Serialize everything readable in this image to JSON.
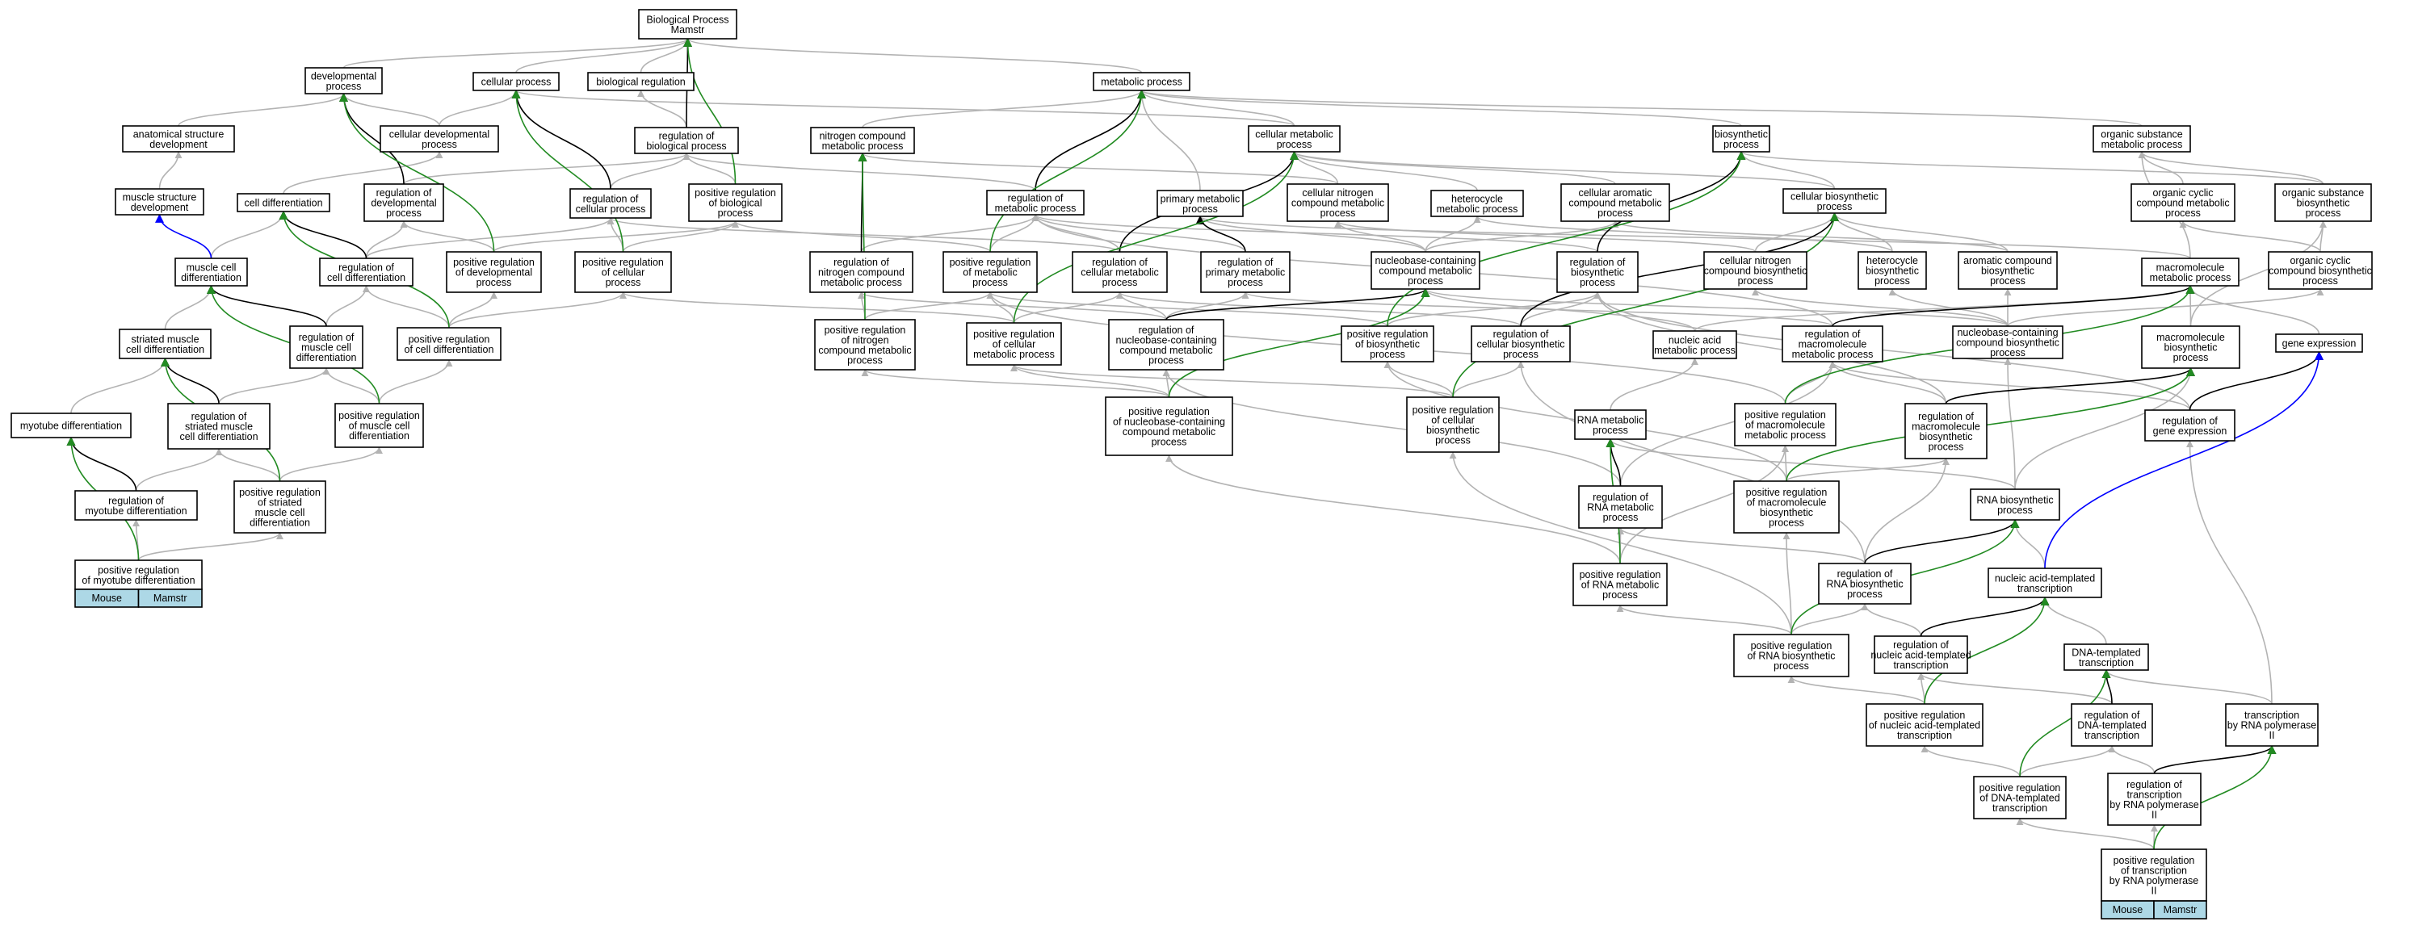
{
  "colors": {
    "is_a": "#b3b3b3",
    "regulates": "#000000",
    "positively_regulates": "#228b22",
    "part_of": "#0000ff",
    "tag_fill": "#add8e6"
  },
  "nodes": {
    "bp": [
      "Biological Process",
      "Mamstr"
    ],
    "dev": [
      "developmental",
      "process"
    ],
    "cp": [
      "cellular process"
    ],
    "breg": [
      "biological regulation"
    ],
    "mp": [
      "metabolic process"
    ],
    "asd": [
      "anatomical structure",
      "development"
    ],
    "cdp": [
      "cellular developmental",
      "process"
    ],
    "rbp": [
      "regulation of",
      "biological process"
    ],
    "ncmp": [
      "nitrogen compound",
      "metabolic process"
    ],
    "cmp": [
      "cellular metabolic",
      "process"
    ],
    "bio": [
      "biosynthetic",
      "process"
    ],
    "osmp": [
      "organic substance",
      "metabolic process"
    ],
    "msd": [
      "muscle structure",
      "development"
    ],
    "cdiff": [
      "cell differentiation"
    ],
    "rdp": [
      "regulation of",
      "developmental",
      "process"
    ],
    "rcp": [
      "regulation of",
      "cellular process"
    ],
    "prbp": [
      "positive regulation",
      "of biological",
      "process"
    ],
    "rmp": [
      "regulation of",
      "metabolic process"
    ],
    "pmp": [
      "primary metabolic",
      "process"
    ],
    "cncmp": [
      "cellular nitrogen",
      "compound metabolic",
      "process"
    ],
    "hmp": [
      "heterocycle",
      "metabolic process"
    ],
    "cacmp": [
      "cellular aromatic",
      "compound metabolic",
      "process"
    ],
    "cbp": [
      "cellular biosynthetic",
      "process"
    ],
    "occmp": [
      "organic cyclic",
      "compound metabolic",
      "process"
    ],
    "osbp": [
      "organic substance",
      "biosynthetic",
      "process"
    ],
    "mcd": [
      "muscle cell",
      "differentiation"
    ],
    "rcd": [
      "regulation of",
      "cell differentiation"
    ],
    "prdp": [
      "positive regulation",
      "of developmental",
      "process"
    ],
    "prcp": [
      "positive regulation",
      "of cellular",
      "process"
    ],
    "rncmp": [
      "regulation of",
      "nitrogen compound",
      "metabolic process"
    ],
    "prmp": [
      "positive regulation",
      "of metabolic",
      "process"
    ],
    "rcmp": [
      "regulation of",
      "cellular metabolic",
      "process"
    ],
    "rpmp": [
      "regulation of",
      "primary metabolic",
      "process"
    ],
    "nbcmp": [
      "nucleobase-containing",
      "compound metabolic",
      "process"
    ],
    "rbio": [
      "regulation of",
      "biosynthetic",
      "process"
    ],
    "cncbp": [
      "cellular nitrogen",
      "compound biosynthetic",
      "process"
    ],
    "hbp": [
      "heterocycle",
      "biosynthetic",
      "process"
    ],
    "acbp": [
      "aromatic compound",
      "biosynthetic",
      "process"
    ],
    "mmp": [
      "macromolecule",
      "metabolic process"
    ],
    "occbp": [
      "organic cyclic",
      "compound biosynthetic",
      "process"
    ],
    "smcd": [
      "striated muscle",
      "cell differentiation"
    ],
    "rmcd": [
      "regulation of",
      "muscle cell",
      "differentiation"
    ],
    "prcd": [
      "positive regulation",
      "of cell differentiation"
    ],
    "prncmp": [
      "positive regulation",
      "of nitrogen",
      "compound metabolic",
      "process"
    ],
    "prcmp": [
      "positive regulation",
      "of cellular",
      "metabolic process"
    ],
    "rnbcmp": [
      "regulation of",
      "nucleobase-containing",
      "compound metabolic",
      "process"
    ],
    "prbio": [
      "positive regulation",
      "of biosynthetic",
      "process"
    ],
    "rcbp": [
      "regulation of",
      "cellular biosynthetic",
      "process"
    ],
    "namp": [
      "nucleic acid",
      "metabolic process"
    ],
    "rmmp": [
      "regulation of",
      "macromolecule",
      "metabolic process"
    ],
    "nbcbp": [
      "nucleobase-containing",
      "compound biosynthetic",
      "process"
    ],
    "mbp": [
      "macromolecule",
      "biosynthetic",
      "process"
    ],
    "ge": [
      "gene expression"
    ],
    "mtd": [
      "myotube differentiation"
    ],
    "rsmcd": [
      "regulation of",
      "striated muscle",
      "cell differentiation"
    ],
    "prmcd": [
      "positive regulation",
      "of muscle cell",
      "differentiation"
    ],
    "prnbcmp": [
      "positive regulation",
      "of nucleobase-containing",
      "compound metabolic",
      "process"
    ],
    "prcbp": [
      "positive regulation",
      "of cellular",
      "biosynthetic",
      "process"
    ],
    "rnamp": [
      "RNA metabolic",
      "process"
    ],
    "prmmp": [
      "positive regulation",
      "of macromolecule",
      "metabolic process"
    ],
    "rmbp": [
      "regulation of",
      "macromolecule",
      "biosynthetic",
      "process"
    ],
    "rge": [
      "regulation of",
      "gene expression"
    ],
    "rmtd": [
      "regulation of",
      "myotube differentiation"
    ],
    "prsmcd": [
      "positive regulation",
      "of striated",
      "muscle cell",
      "differentiation"
    ],
    "rrnamp": [
      "regulation of",
      "RNA metabolic",
      "process"
    ],
    "prmbp": [
      "positive regulation",
      "of macromolecule",
      "biosynthetic",
      "process"
    ],
    "rnabp": [
      "RNA biosynthetic",
      "process"
    ],
    "prmtd": [
      "positive regulation",
      "of myotube differentiation"
    ],
    "prrnamp": [
      "positive regulation",
      "of RNA metabolic",
      "process"
    ],
    "rrnabp": [
      "regulation of",
      "RNA biosynthetic",
      "process"
    ],
    "natt": [
      "nucleic acid-templated",
      "transcription"
    ],
    "prrnabp": [
      "positive regulation",
      "of RNA biosynthetic",
      "process"
    ],
    "rnatt": [
      "regulation of",
      "nucleic acid-templated",
      "transcription"
    ],
    "dtt": [
      "DNA-templated",
      "transcription"
    ],
    "prnatt": [
      "positive regulation",
      "of nucleic acid-templated",
      "transcription"
    ],
    "rdtt": [
      "regulation of",
      "DNA-templated",
      "transcription"
    ],
    "trp2": [
      "transcription",
      "by RNA polymerase",
      "II"
    ],
    "prdtt": [
      "positive regulation",
      "of DNA-templated",
      "transcription"
    ],
    "rtrp2": [
      "regulation of",
      "transcription",
      "by RNA polymerase",
      "II"
    ],
    "prtrp2": [
      "positive regulation",
      "of transcription",
      "by RNA polymerase",
      "II"
    ]
  },
  "tags": {
    "prmtd": [
      "Mouse",
      "Mamstr"
    ],
    "prtrp2": [
      "Mouse",
      "Mamstr"
    ]
  }
}
